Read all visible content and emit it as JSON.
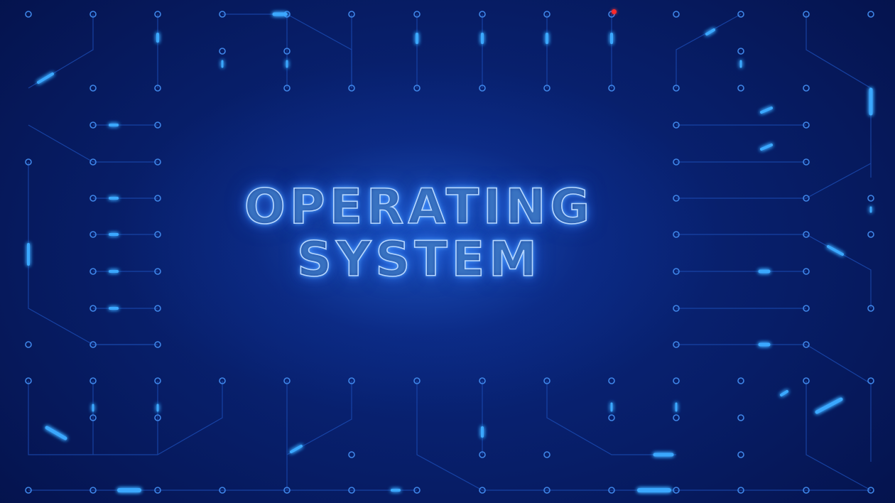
{
  "title": {
    "line1": "OPERATING",
    "line2": "SYSTEM"
  },
  "colors": {
    "background": "#06185a",
    "trace": "#1d4fb8",
    "glow": "#3aa8ff",
    "text_stroke": "#b8d8ff",
    "cursor_dot": "#ff2a2a"
  },
  "icons": {
    "cursor": "red-dot"
  }
}
